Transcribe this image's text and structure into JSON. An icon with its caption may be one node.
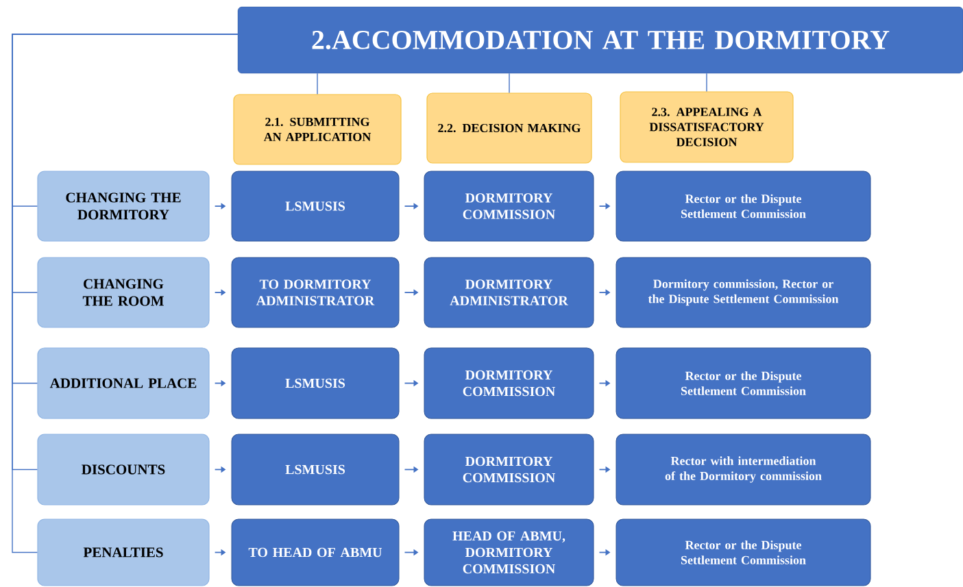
{
  "diagram": {
    "nodes": [
      {
        "text": [
          "2.ACCOMMODATION AT THE DORMITORY"
        ]
      },
      {
        "text": [
          "2.1. SUBMITTING AN APPLICATION"
        ]
      },
      {
        "text": [
          "2.2. DECISION MAKING"
        ]
      },
      {
        "text": [
          "2.3. APPEALING A DISSATISFACTORY DECISION"
        ]
      },
      {
        "text": [
          "CHANGING THE DORMITORY"
        ]
      },
      {
        "text": [
          "LSMUSIS"
        ]
      },
      {
        "text": [
          "DORMITORY COMMISSION"
        ]
      },
      {
        "text": [
          "Rector or the Dispute Settlement Commission"
        ]
      },
      {
        "text": [
          "CHANGING THE ROOM"
        ]
      },
      {
        "text": [
          "TO DORMITORY ADMINISTRATOR"
        ]
      },
      {
        "text": [
          "DORMITORY ADMINISTRATOR"
        ]
      },
      {
        "text": [
          "Dormitory commission, Rector or the Dispute Settlement Commission"
        ]
      },
      {
        "text": [
          "ADDITIONAL PLACE"
        ]
      },
      {
        "text": [
          "LSMUSIS"
        ]
      },
      {
        "text": [
          "DORMITORY COMMISSION"
        ]
      },
      {
        "text": [
          "Rector or the Dispute Settlement Commission"
        ]
      },
      {
        "text": [
          "DISCOUNTS"
        ]
      },
      {
        "text": [
          "LSMUSIS"
        ]
      },
      {
        "text": [
          "DORMITORY COMMISSION"
        ]
      },
      {
        "text": [
          "Rector with intermediation of the Dormitory commission"
        ]
      },
      {
        "text": [
          "PENALTIES"
        ]
      },
      {
        "text": [
          "TO HEAD OF ABMU"
        ]
      },
      {
        "text": [
          "HEAD OF ABMU, DORMITORY COMMISSION"
        ]
      },
      {
        "text": [
          "Rector or the Dispute Settlement Commission"
        ]
      }
    ],
    "edges": [
      {
        "from": 0,
        "to": 1,
        "arrow": "none"
      },
      {
        "from": 0,
        "to": 2,
        "arrow": "none"
      },
      {
        "from": 0,
        "to": 3,
        "arrow": "none"
      },
      {
        "from": 0,
        "to": 4,
        "arrow": "none"
      },
      {
        "from": 0,
        "to": 8,
        "arrow": "none"
      },
      {
        "from": 0,
        "to": 12,
        "arrow": "none"
      },
      {
        "from": 0,
        "to": 16,
        "arrow": "none"
      },
      {
        "from": 0,
        "to": 20,
        "arrow": "none"
      },
      {
        "from": 4,
        "to": 5,
        "arrow": "to"
      },
      {
        "from": 5,
        "to": 6,
        "arrow": "to"
      },
      {
        "from": 6,
        "to": 7,
        "arrow": "to"
      },
      {
        "from": 8,
        "to": 9,
        "arrow": "to"
      },
      {
        "from": 9,
        "to": 10,
        "arrow": "to"
      },
      {
        "from": 10,
        "to": 11,
        "arrow": "to"
      },
      {
        "from": 12,
        "to": 13,
        "arrow": "to"
      },
      {
        "from": 13,
        "to": 14,
        "arrow": "to"
      },
      {
        "from": 14,
        "to": 15,
        "arrow": "to"
      },
      {
        "from": 16,
        "to": 17,
        "arrow": "to"
      },
      {
        "from": 17,
        "to": 18,
        "arrow": "to"
      },
      {
        "from": 18,
        "to": 19,
        "arrow": "to"
      },
      {
        "from": 20,
        "to": 21,
        "arrow": "to"
      },
      {
        "from": 21,
        "to": 22,
        "arrow": "to"
      },
      {
        "from": 22,
        "to": 23,
        "arrow": "to"
      }
    ]
  }
}
